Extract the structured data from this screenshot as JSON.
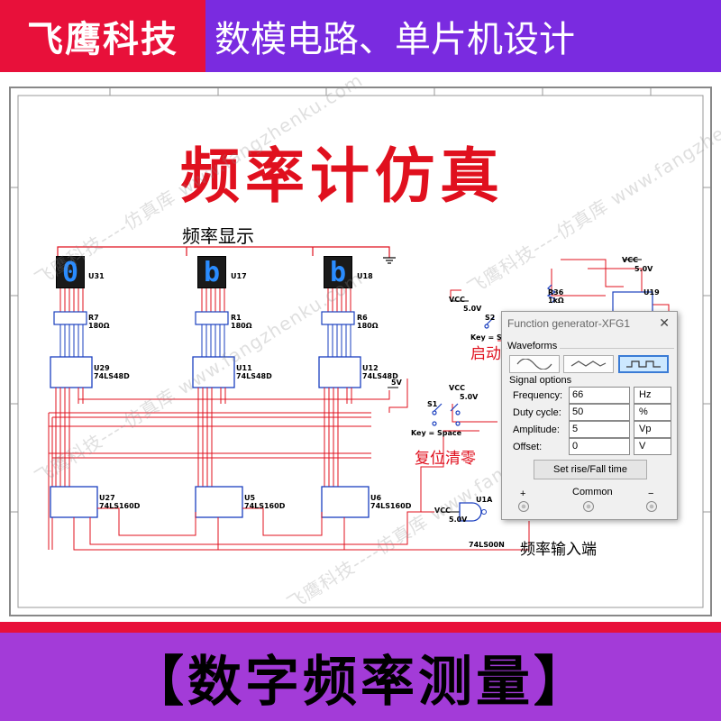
{
  "banner": {
    "brand": "飞鹰科技",
    "tagline": "数模电路、单片机设计"
  },
  "schematic": {
    "title": "频率计仿真",
    "display_label": "频率显示",
    "reset_label": "复位清零",
    "start_label": "启动",
    "input_label": "频率输入端",
    "watermark": "飞鹰科技----仿真库 www.fangzhenku.com",
    "displays": [
      {
        "ref": "U31",
        "digit": "0"
      },
      {
        "ref": "U17",
        "digit": "b"
      },
      {
        "ref": "U18",
        "digit": "b"
      }
    ],
    "resistors": [
      {
        "ref": "R7",
        "value": "180Ω"
      },
      {
        "ref": "R1",
        "value": "180Ω"
      },
      {
        "ref": "R6",
        "value": "180Ω"
      }
    ],
    "decoders": [
      {
        "ref": "U29",
        "part": "74LS48D"
      },
      {
        "ref": "U11",
        "part": "74LS48D"
      },
      {
        "ref": "U12",
        "part": "74LS48D"
      }
    ],
    "counters": [
      {
        "ref": "U27",
        "part": "74LS160D"
      },
      {
        "ref": "U5",
        "part": "74LS160D"
      },
      {
        "ref": "U6",
        "part": "74LS160D"
      }
    ],
    "switch_reset": {
      "ref": "S1",
      "key": "Key = Space"
    },
    "switch_start": {
      "ref": "S2",
      "key": "Key = Space"
    },
    "resistor_pullup": {
      "ref": "R36",
      "value": "1kΩ"
    },
    "gate": {
      "ref": "U1A",
      "part": "74LS00N"
    },
    "ic_top": {
      "ref": "U19"
    },
    "vcc_label": "VCC",
    "vcc_value": "5.0V",
    "vcc_value_short": "5V"
  },
  "function_generator": {
    "title": "Function generator-XFG1",
    "close": "✕",
    "waveforms_label": "Waveforms",
    "signal_options_label": "Signal options",
    "rows": [
      {
        "label": "Frequency:",
        "value": "66",
        "unit": "Hz"
      },
      {
        "label": "Duty cycle:",
        "value": "50",
        "unit": "%"
      },
      {
        "label": "Amplitude:",
        "value": "5",
        "unit": "Vp"
      },
      {
        "label": "Offset:",
        "value": "0",
        "unit": "V"
      }
    ],
    "rise_fall_button": "Set rise/Fall time",
    "terminal_plus": "+",
    "terminal_common": "Common",
    "terminal_minus": "−",
    "selected_waveform": "square-wave-icon"
  },
  "bottom": {
    "text": "【数字频率测量】"
  },
  "colors": {
    "brand_red": "#e8103a",
    "brand_purple": "#7a2be0",
    "bottom_purple": "#a33bd8",
    "wire_red": "#e0101e",
    "seg_blue": "#2a8cff"
  }
}
